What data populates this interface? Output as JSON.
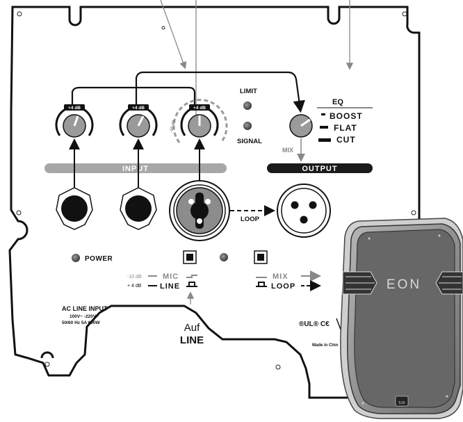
{
  "labels": {
    "limit": "LIMIT",
    "signal": "SIGNAL",
    "eq_title": "EQ",
    "eq_boost": "BOOST",
    "eq_flat": "FLAT",
    "eq_cut": "CUT",
    "mix_arrow": "MIX",
    "input_bar": "INPUT",
    "output_bar": "OUTPUT",
    "loop": "LOOP",
    "power": "POWER",
    "gain_plus": "+4 dB",
    "gain_minus": "-10 dB",
    "sw_minus10": "-10 dB",
    "sw_plus4": "+ 4 dB",
    "mic": "MIC",
    "line": "LINE",
    "mix_switch": "MIX",
    "loop_switch": "LOOP",
    "ac_title": "AC LINE INPUT",
    "ac_voltage": "100V~ -220V~",
    "ac_rating": "50/60 Hz  5A  600W",
    "auf": "Auf",
    "auf_line": "LINE",
    "certs": "®UL® C€",
    "made_in": "Made in Chin",
    "brand": "EON",
    "model": "515"
  },
  "colors": {
    "panel_stroke": "#111111",
    "knob_fill": "#9a9a9a",
    "bar_gray": "#a7a7a7",
    "bar_black": "#1a1a1a",
    "speaker_body": "#8a8a8a",
    "speaker_grille": "#5f5f5f",
    "pointer_lines": "#888888"
  }
}
